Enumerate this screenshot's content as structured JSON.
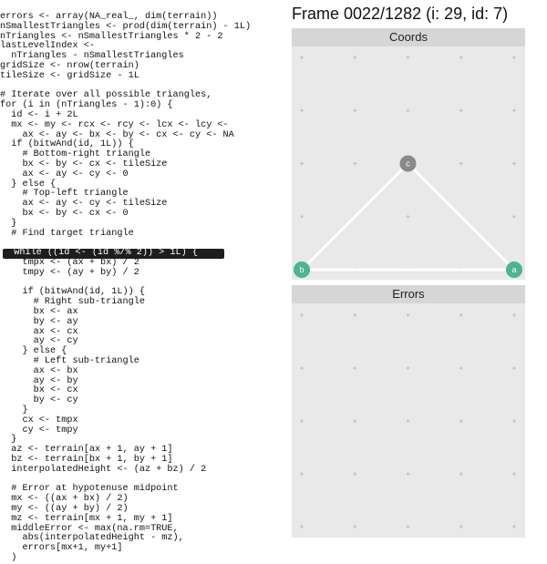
{
  "frame": {
    "title": "Frame 0022/1282 (i: 29, id: 7)"
  },
  "code": {
    "highlight_index": 24,
    "lines": [
      "errors <- array(NA_real_, dim(terrain))",
      "nSmallestTriangles <- prod(dim(terrain) - 1L)",
      "nTriangles <- nSmallestTriangles * 2 - 2",
      "lastLevelIndex <-",
      "  nTriangles - nSmallestTriangles",
      "gridSize <- nrow(terrain)",
      "tileSize <- gridSize - 1L",
      "",
      "# Iterate over all possible triangles,",
      "for (i in (nTriangles - 1):0) {",
      "  id <- i + 2L",
      "  mx <- my <- rcx <- rcy <- lcx <- lcy <-",
      "    ax <- ay <- bx <- by <- cx <- cy <- NA",
      "  if (bitwAnd(id, 1L)) {",
      "    # Bottom-right triangle",
      "    bx <- by <- cx <- tileSize",
      "    ax <- ay <- cy <- 0",
      "  } else {",
      "    # Top-left triangle",
      "    ax <- ay <- cy <- tileSize",
      "    bx <- by <- cx <- 0",
      "  }",
      "  # Find target triangle",
      "",
      "  while ((id <- (id %/% 2)) > 1L) {",
      "    tmpx <- (ax + bx) / 2",
      "    tmpy <- (ay + by) / 2",
      "",
      "    if (bitwAnd(id, 1L)) {",
      "      # Right sub-triangle",
      "      bx <- ax",
      "      by <- ay",
      "      ax <- cx",
      "      ay <- cy",
      "    } else {",
      "      # Left sub-triangle",
      "      ax <- bx",
      "      ay <- by",
      "      bx <- cx",
      "      by <- cy",
      "    }",
      "    cx <- tmpx",
      "    cy <- tmpy",
      "  }",
      "  az <- terrain[ax + 1, ay + 1]",
      "  bz <- terrain[bx + 1, by + 1]",
      "  interpolatedHeight <- (az + bz) / 2",
      "",
      "  # Error at hypotenuse midpoint",
      "  mx <- ((ax + bx) / 2)",
      "  my <- ((ay + by) / 2)",
      "  mz <- terrain[mx + 1, my + 1]",
      "  middleError <- max(na.rm=TRUE,",
      "    abs(interpolatedHeight - mz),",
      "    errors[mx+1, my+1]",
      "  )"
    ]
  },
  "coords_panel": {
    "title": "Coords",
    "grid": {
      "x": [
        0,
        1,
        2,
        3,
        4
      ],
      "y": [
        0,
        1,
        2,
        3,
        4
      ]
    },
    "vertices": [
      {
        "label": "a",
        "x": 4,
        "y": 0,
        "color": "#4fb38f"
      },
      {
        "label": "b",
        "x": 0,
        "y": 0,
        "color": "#4fb38f"
      },
      {
        "label": "c",
        "x": 2,
        "y": 2,
        "color": "#8a8a8a"
      }
    ],
    "edges": [
      [
        "a",
        "b"
      ],
      [
        "b",
        "c"
      ],
      [
        "c",
        "a"
      ]
    ]
  },
  "errors_panel": {
    "title": "Errors",
    "grid": {
      "x": [
        0,
        1,
        2,
        3,
        4
      ],
      "y": [
        0,
        1,
        2,
        3,
        4
      ]
    }
  },
  "colors": {
    "panel_bg": "#e9e9e9",
    "panel_header_bg": "#d6d6d6",
    "highlight_bg": "#1e1e1e",
    "vertex_teal": "#4fb38f",
    "vertex_gray": "#8a8a8a",
    "edge": "#ffffff"
  }
}
